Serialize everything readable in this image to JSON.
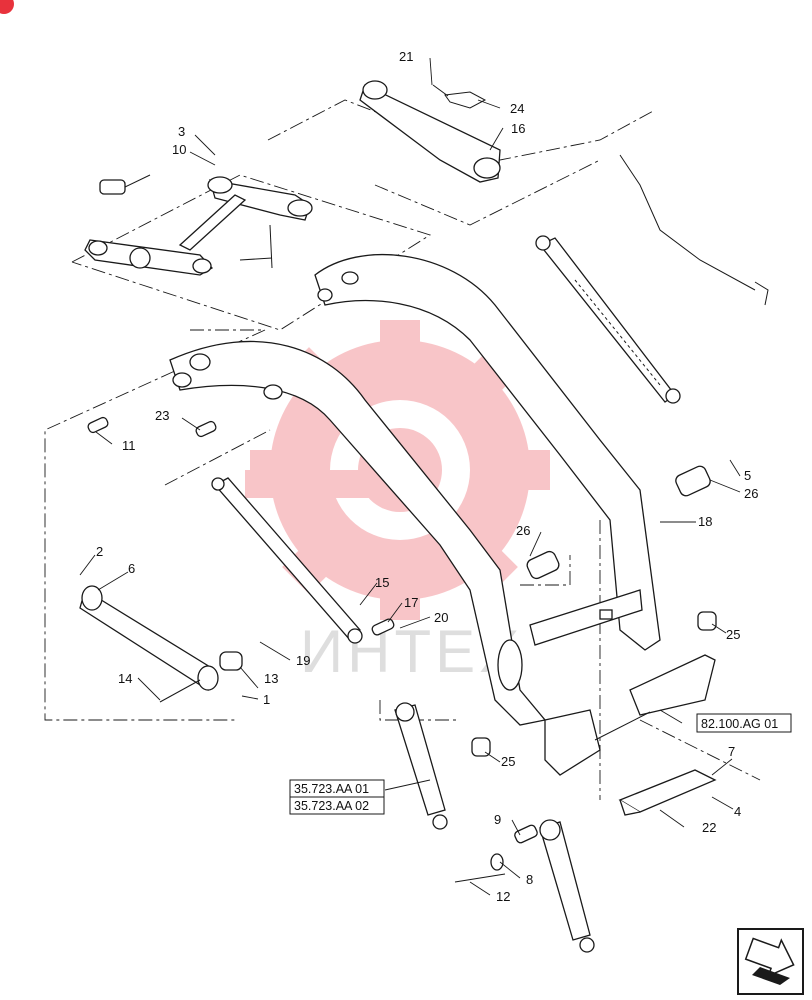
{
  "callouts": {
    "c1": "1",
    "c2": "2",
    "c3": "3",
    "c4": "4",
    "c5": "5",
    "c6": "6",
    "c7": "7",
    "c8": "8",
    "c9": "9",
    "c10": "10",
    "c11": "11",
    "c12": "12",
    "c13": "13",
    "c14": "14",
    "c15": "15",
    "c16": "16",
    "c17": "17",
    "c18": "18",
    "c19": "19",
    "c20": "20",
    "c21": "21",
    "c22": "22",
    "c23": "23",
    "c24": "24",
    "c25a": "25",
    "c25b": "25",
    "c26a": "26",
    "c26b": "26"
  },
  "references": {
    "ref_ag": "82.100.AG 01",
    "ref_aa1": "35.723.AA 01",
    "ref_aa2": "35.723.AA 02"
  },
  "watermark": {
    "text": "ИНТЕХ",
    "color": "#e8323c"
  },
  "navigation": {
    "icon": "next-page-arrow-icon"
  }
}
